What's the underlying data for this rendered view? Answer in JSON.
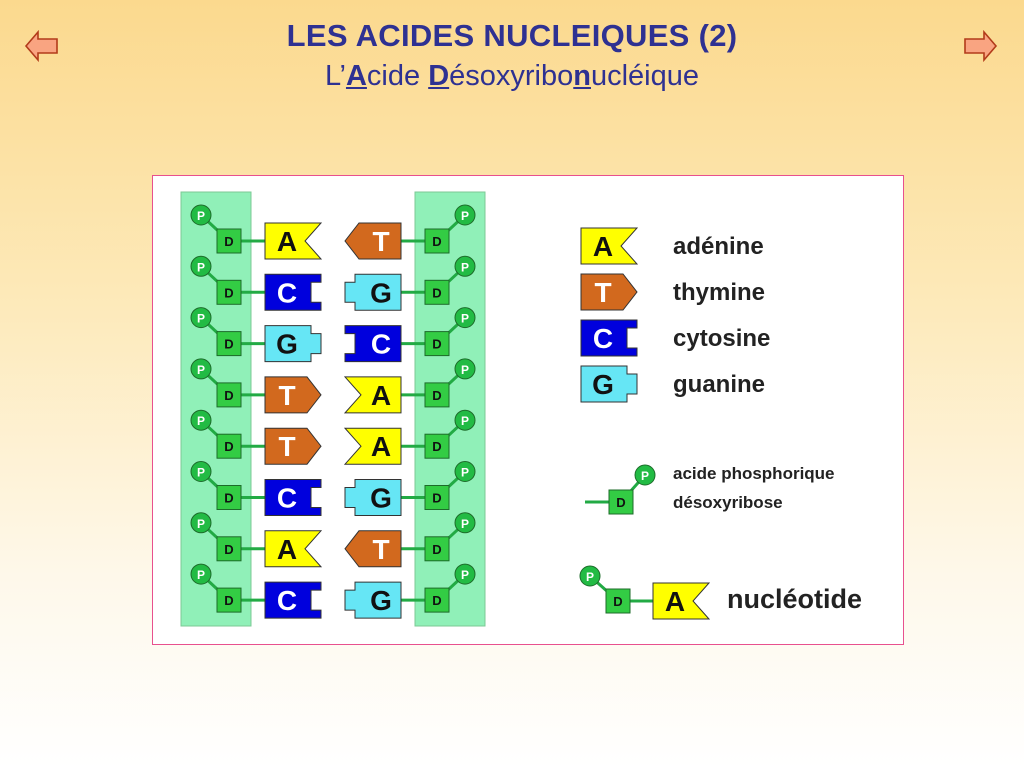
{
  "title": "LES ACIDES NUCLEIQUES (2)",
  "subtitle": {
    "p1": "L’",
    "a": "A",
    "p2": "cide ",
    "d": "D",
    "p3": "ésoxyribo",
    "n": "n",
    "p4": "ucléique"
  },
  "nav": {
    "prev": "arrow-left-icon",
    "next": "arrow-right-icon"
  },
  "colors": {
    "title": "#2e3192",
    "adenine": "#ffff00",
    "thymine": "#d2691e",
    "cytosine": "#0000dd",
    "guanine": "#66e6f5",
    "backbone": "#90f0b8",
    "sugar": "#33cc44",
    "phosphate": "#22bb44",
    "bond": "#22aa44",
    "frame": "#e8508e"
  },
  "strand": {
    "phosphate_label": "P",
    "sugar_label": "D",
    "pairs": [
      [
        "A",
        "T"
      ],
      [
        "C",
        "G"
      ],
      [
        "G",
        "C"
      ],
      [
        "T",
        "A"
      ],
      [
        "T",
        "A"
      ],
      [
        "C",
        "G"
      ],
      [
        "A",
        "T"
      ],
      [
        "C",
        "G"
      ]
    ]
  },
  "legend": {
    "bases": [
      {
        "letter": "A",
        "name": "adénine"
      },
      {
        "letter": "T",
        "name": "thymine"
      },
      {
        "letter": "C",
        "name": "cytosine"
      },
      {
        "letter": "G",
        "name": "guanine"
      }
    ],
    "phosphate_name": "acide phosphorique",
    "sugar_name": "désoxyribose",
    "nucleotide": {
      "base": "A",
      "name": "nucléotide"
    }
  }
}
